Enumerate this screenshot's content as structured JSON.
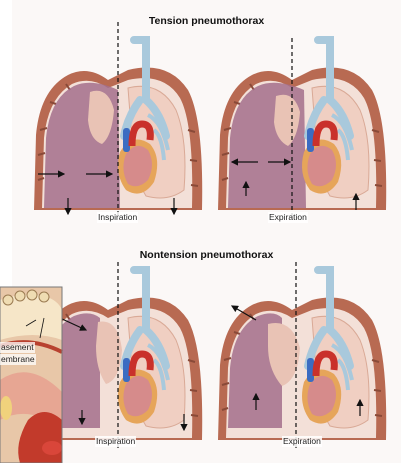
{
  "figure": {
    "tension": {
      "title": "Tension pneumothorax",
      "inspiration_label": "Inspiration",
      "expiration_label": "Expiration"
    },
    "nontension": {
      "title": "Nontension pneumothorax",
      "inspiration_label": "Inspiration",
      "expiration_label": "Expiration"
    },
    "inset": {
      "label_line1": "asement",
      "label_line2": "embrane"
    }
  },
  "colors": {
    "chest_wall": "#b86a52",
    "pleural_space": "#a36f8c",
    "lung": "#f0cfc2",
    "heart": "#d68b8b",
    "aorta": "#c9312b",
    "vessel_blue": "#3b6cc2",
    "airway": "#a9c9dc"
  },
  "icons": [
    "lung",
    "heart",
    "trachea",
    "arrow"
  ]
}
